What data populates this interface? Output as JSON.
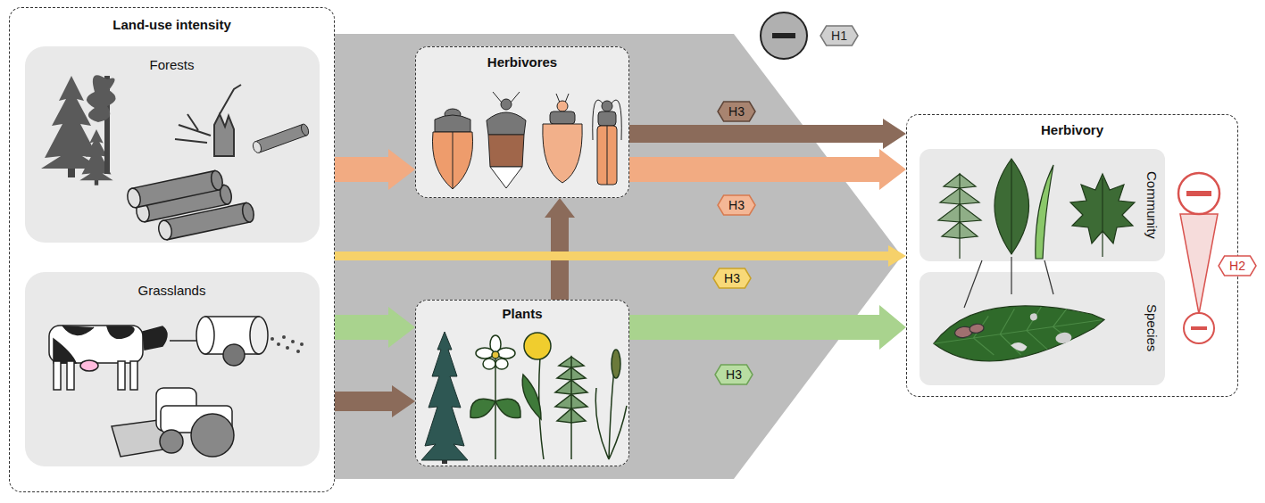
{
  "diagram": {
    "nodes": [
      {
        "text": [
          "Land-use intensity"
        ]
      },
      {
        "text": [
          "Forests"
        ],
        "in": 0
      },
      {
        "text": [
          "Grasslands"
        ],
        "in": 0
      },
      {
        "text": [
          "Herbivores"
        ]
      },
      {
        "text": [
          "Plants"
        ]
      },
      {
        "text": [
          "Herbivory"
        ]
      },
      {
        "text": [
          "Community"
        ],
        "in": 5
      },
      {
        "text": [
          "Species"
        ],
        "in": 5
      }
    ],
    "edges": [
      {
        "from": 0,
        "to": 3,
        "arrow": "to"
      },
      {
        "from": 0,
        "to": 4,
        "arrow": "to"
      },
      {
        "from": 0,
        "to": 4,
        "arrow": "to"
      },
      {
        "from": 4,
        "to": 3,
        "arrow": "to"
      },
      {
        "from": 3,
        "to": 5,
        "arrow": "to",
        "label": "H3"
      },
      {
        "from": 3,
        "to": 5,
        "arrow": "to",
        "label": "H3"
      },
      {
        "from": 0,
        "to": 5,
        "arrow": "to",
        "label": "H3"
      },
      {
        "from": 4,
        "to": 5,
        "arrow": "to",
        "label": "H3"
      }
    ],
    "labels": [
      "H1",
      "H2"
    ]
  }
}
